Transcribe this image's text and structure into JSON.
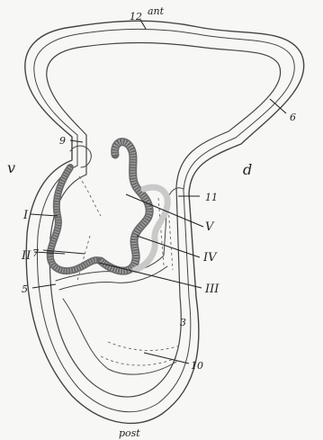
{
  "orientation": {
    "anterior": "ant",
    "posterior": "post",
    "ventral": "v",
    "dorsal": "d"
  },
  "numerals": {
    "n3": "3",
    "n5": "5",
    "n6": "6",
    "n7": "7",
    "n9": "9",
    "n10": "10",
    "n11": "11",
    "n12": "12"
  },
  "romans": {
    "r1": "I",
    "r2": "II",
    "r3": "III",
    "r4": "IV",
    "r5": "V"
  }
}
